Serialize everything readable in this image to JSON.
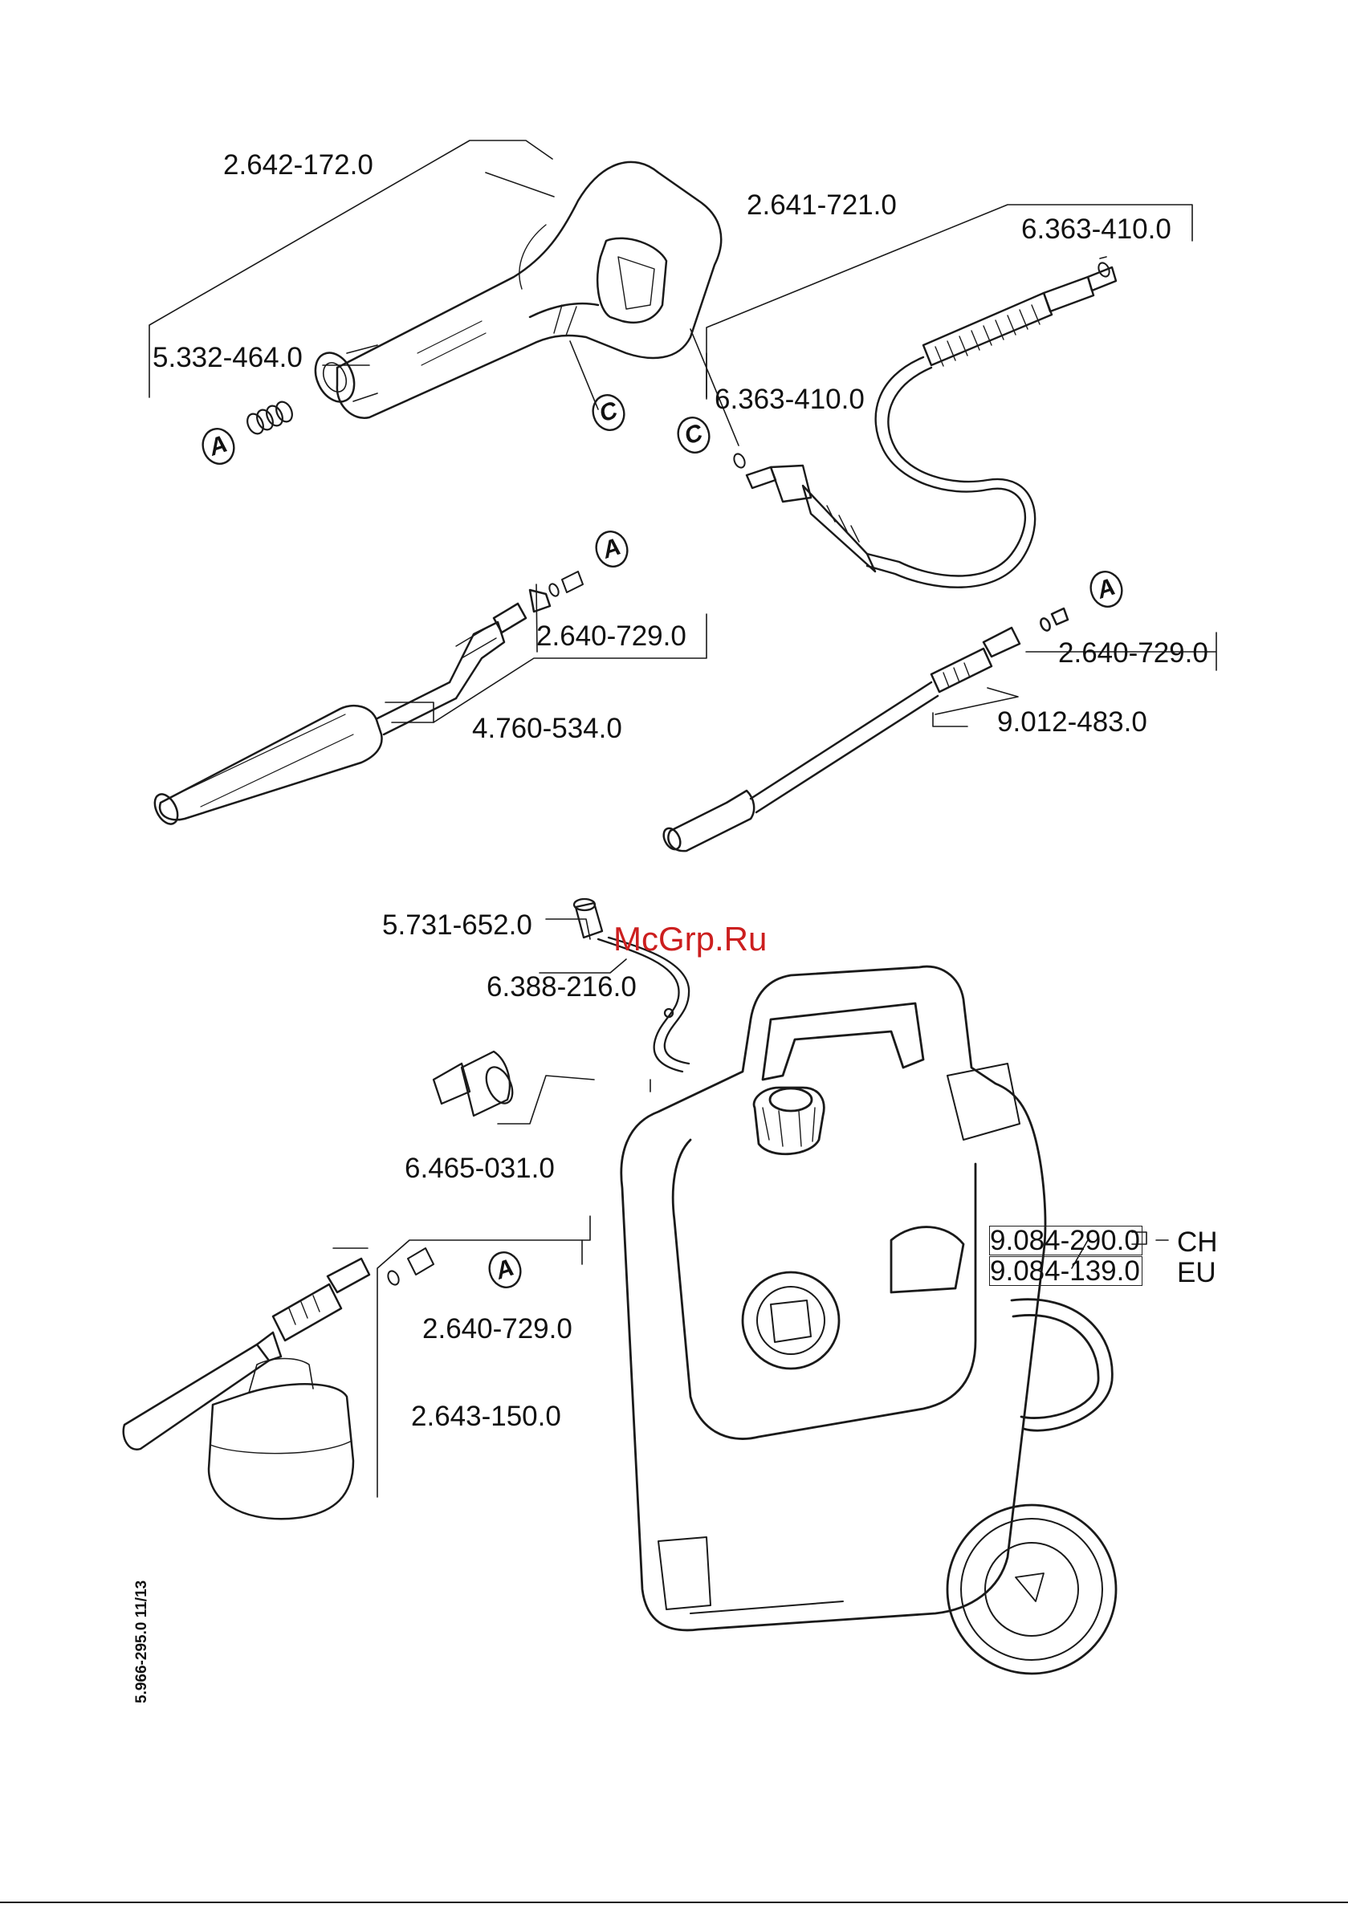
{
  "part_numbers": {
    "spray_gun": "2.642-172.0",
    "gun_seal_kit": "5.332-464.0",
    "hose_assembly": "2.641-721.0",
    "hose_oring_right": "6.363-410.0",
    "hose_oring_left": "6.363-410.0",
    "lance_adapter_left": "2.640-729.0",
    "vario_lance": "4.760-534.0",
    "lance_adapter_right": "2.640-729.0",
    "dirt_blaster": "9.012-483.0",
    "filter_cap": "5.731-652.0",
    "suction_hose": "6.388-216.0",
    "water_inlet_coupling": "6.465-031.0",
    "machine_ch": "9.084-290.0",
    "machine_eu": "9.084-139.0",
    "foam_adapter": "2.640-729.0",
    "foam_nozzle": "2.643-150.0"
  },
  "variants": {
    "ch": "CH",
    "eu": "EU"
  },
  "badges": {
    "a1": "A",
    "a2": "A",
    "a3": "A",
    "a4": "A",
    "c1": "C",
    "c2": "C"
  },
  "document_id": "5.966-295.0  11/13",
  "watermark": "McGrp.Ru"
}
